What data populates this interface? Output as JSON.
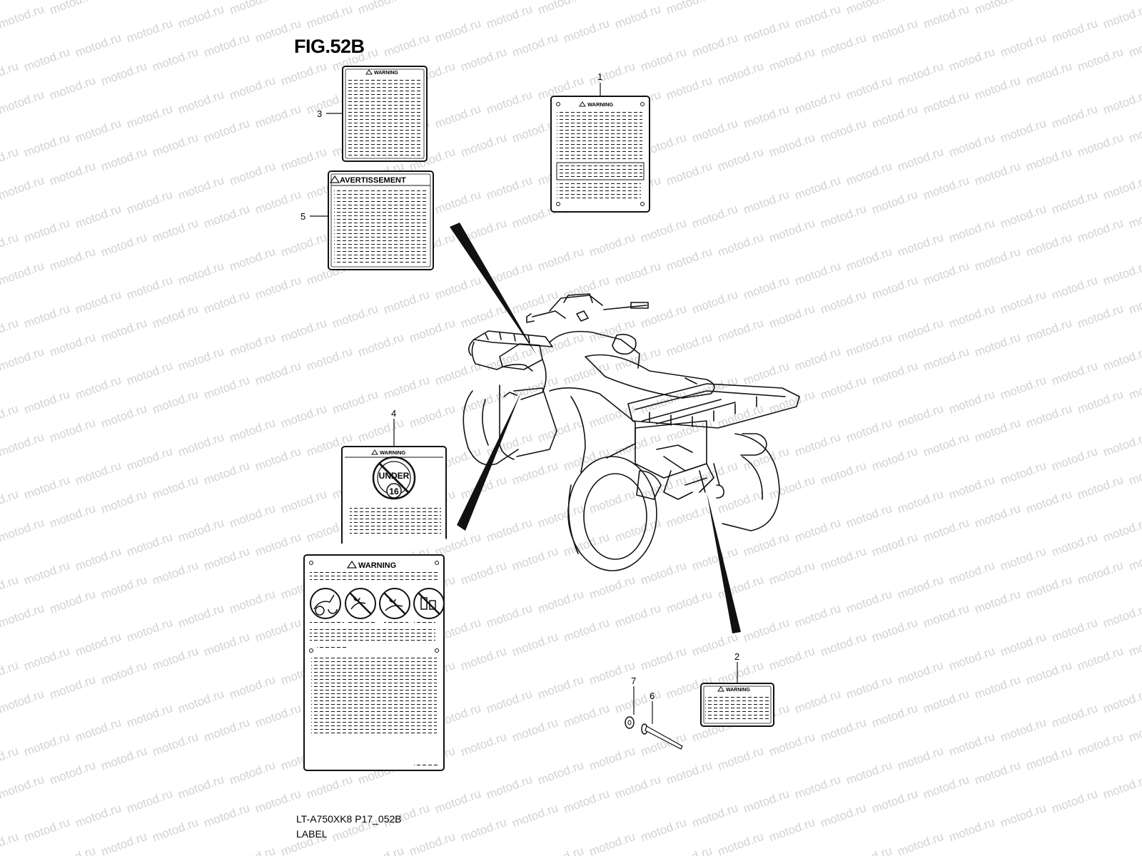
{
  "watermark": {
    "text": "motod.ru",
    "color": "#d2d2d2"
  },
  "figure": {
    "title": "FIG.52B",
    "code": "LT-A750XK8 P17_052B",
    "name": "LABEL"
  },
  "colors": {
    "line": "#111111",
    "background": "#ffffff"
  },
  "callouts": {
    "c1": "1",
    "c2": "2",
    "c3": "3",
    "c4": "4",
    "c5": "5",
    "c6": "6",
    "c7": "7"
  },
  "labels": {
    "l1": {
      "heading": "WARNING"
    },
    "l2": {
      "heading": "WARNING"
    },
    "l3": {
      "heading": "WARNING"
    },
    "l4_top": {
      "heading": "WARNING",
      "badge_top": "UNDER",
      "badge_num": "16"
    },
    "l4_bottom": {
      "heading": "WARNING"
    },
    "l5": {
      "heading": "AVERTISSEMENT"
    }
  },
  "icons": [
    "atv-warning-icon",
    "no-passenger-icon",
    "no-road-icon",
    "no-alcohol-icon",
    "cargo-load-icon"
  ]
}
